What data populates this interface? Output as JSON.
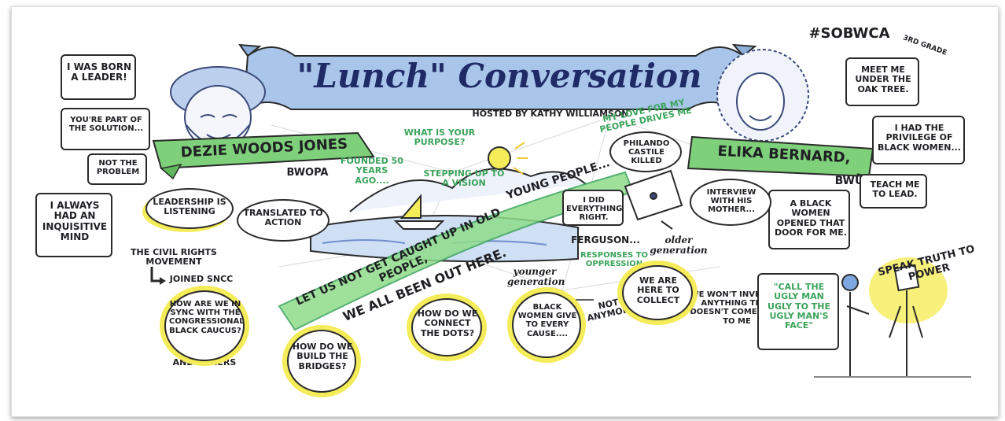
{
  "header": {
    "title": "\"Lunch\" Conversation",
    "byline": "hosted by KATHY WILLIAMSON",
    "hashtag": "#SOBWCA"
  },
  "left_speaker": {
    "name": "DEZIE WOODS JONES",
    "org": "BWOPA",
    "bubbles": [
      "I WAS BORN a LEADER!",
      "You're PART of the SOLUTION...",
      "NOT the PROBLEM",
      "I ALWAYS had an INQUISITIVE MIND"
    ],
    "founded": "FOUNDED 50 YEARS AGO...."
  },
  "right_speaker": {
    "name": "ELIKA BERNARD,",
    "org": "BWU",
    "grade_note": "3rd GRADE",
    "bubbles": [
      "MEET ME UNDER the OAK TREE.",
      "I HAD the PRIVILEGE of BLACK WOMEN...",
      "TEACH ME to LEAD.",
      "A BLACK WOMEN OPENED that DOOR for ME."
    ],
    "love_note": "MY LOVE for MY PEOPLE DRIVES ME"
  },
  "center": {
    "purpose": "WHAT is YOUR PURPOSE?",
    "vision": "STEPPING UP to a VISION",
    "leadership": "LEADERSHIP is LISTENING",
    "translated": "TRANSLATED to ACTION",
    "philando": "PHILANDO CASTILE killed",
    "did_everything": "I did EVERYTHING RIGHT.",
    "interview": "INTERVIEW WITH HIS MOTHER...",
    "banner_top": "YOUNG PEOPLE...",
    "banner_mid": "Let us NOT GET CAUGHT UP in OLD PEOPLE,",
    "banner_bottom": "WE ALL BEEN OUT HERE.",
    "ferguson": "FERGUSON...",
    "responses": "RESPONSES to OPPRESSION",
    "older": "older generation",
    "younger": "younger generation",
    "not_anymore": "NOT ANYMORE",
    "wont_invest": "WE WON'T INVEST in ANYTHING that DOESN'T COME BACK to ME"
  },
  "left_column": {
    "civil_rights": "the CIVIL RIGHTS MOVEMENT",
    "joined": "JOINED SNCC",
    "and_others": "AND OTHERS"
  },
  "circles": [
    {
      "name": "sync-circle",
      "text": "HOW are we in SYNC with the CONGRESSIONAL BLACK CAUCUS?"
    },
    {
      "name": "bridges-circle",
      "text": "HOW do we BUILD the BRIDGES?"
    },
    {
      "name": "dots-circle",
      "text": "HOW do we CONNECT the DOTS?"
    },
    {
      "name": "black-women-circle",
      "text": "BLACK WOMEN GIVE to EVERY CAUSE...."
    },
    {
      "name": "collect-circle",
      "text": "WE ARE HERE to COLLECT"
    }
  ],
  "right_bottom": {
    "speak_truth": "SPEAK TRUTH to POWER",
    "quote": "\"CALL the UGLY MAN UGLY to the UGLY MAN'S FACE\""
  },
  "colors": {
    "banner_blue": "#a9c6ea",
    "highlight_yellow": "#f5ec5a",
    "accent_green": "#3aa35a",
    "ink": "#1f1f24"
  }
}
